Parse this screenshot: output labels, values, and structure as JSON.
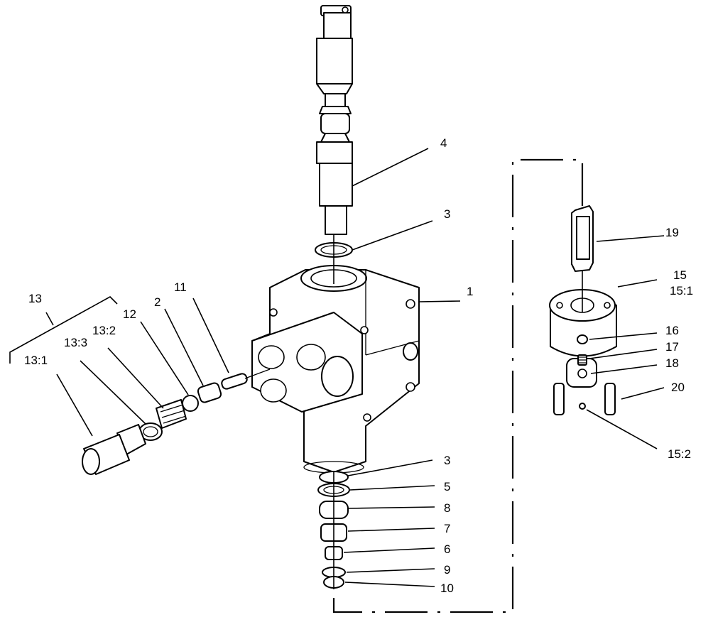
{
  "labels": {
    "l1": "1",
    "l2": "2",
    "l3a": "3",
    "l3b": "3",
    "l4": "4",
    "l5": "5",
    "l6": "6",
    "l7": "7",
    "l8": "8",
    "l9": "9",
    "l10": "10",
    "l11": "11",
    "l12": "12",
    "l13": "13",
    "l13_1": "13:1",
    "l13_2": "13:2",
    "l13_3": "13:3",
    "l15": "15",
    "l15_1": "15:1",
    "l15_2": "15:2",
    "l16": "16",
    "l17": "17",
    "l18": "18",
    "l19": "19",
    "l20": "20"
  },
  "icons": {
    "valve_body": "valve-body-icon",
    "spool": "spool-icon",
    "detent_housing": "detent-housing-icon",
    "plug": "plug-icon"
  }
}
